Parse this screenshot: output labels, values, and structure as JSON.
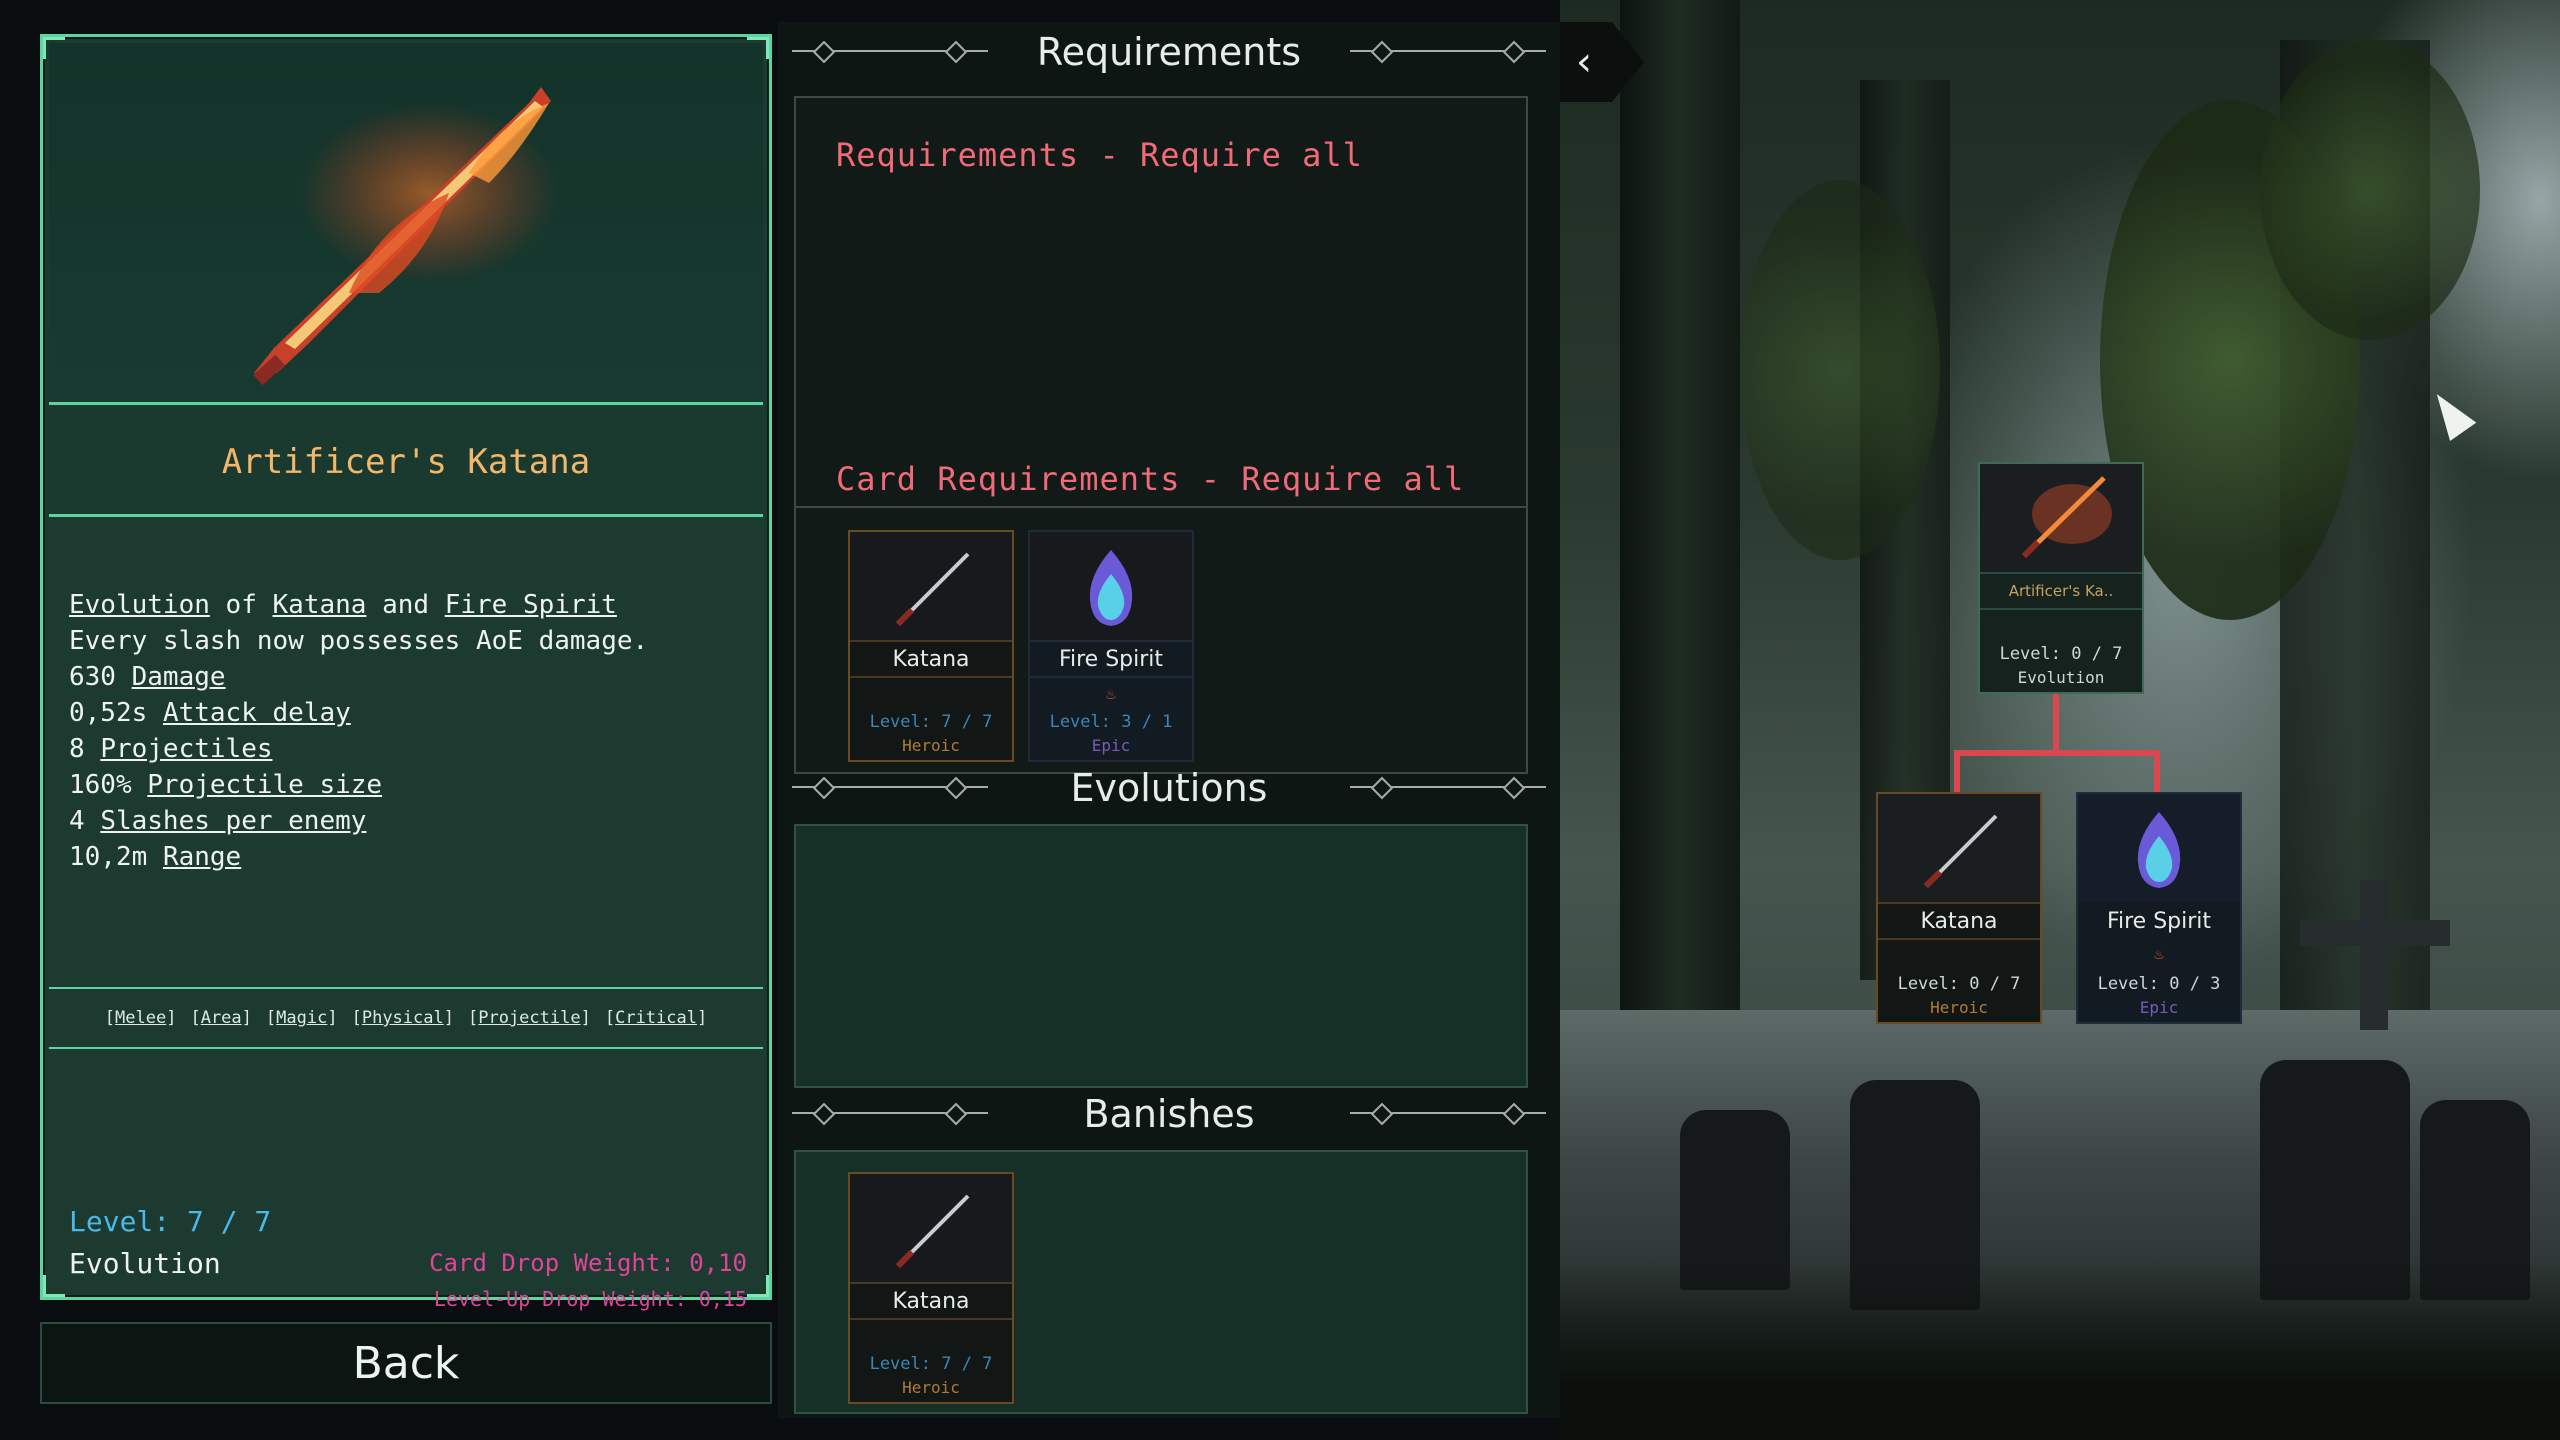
{
  "item": {
    "name": "Artificer's Katana",
    "description": {
      "evolution_word": "Evolution",
      "of_word": "of",
      "base_1": "Katana",
      "and_word": "and",
      "base_2": "Fire Spirit",
      "effect": "Every slash now possesses AoE damage.",
      "stats": [
        {
          "value": "630",
          "label": "Damage"
        },
        {
          "value": "0,52s",
          "label": "Attack delay"
        },
        {
          "value": "8",
          "label": "Projectiles"
        },
        {
          "value": "160%",
          "label": "Projectile size"
        },
        {
          "value": "4",
          "label": "Slashes per enemy"
        },
        {
          "value": "10,2m",
          "label": "Range"
        }
      ]
    },
    "tags": [
      "Melee",
      "Area",
      "Magic",
      "Physical",
      "Projectile",
      "Critical"
    ],
    "level": "Level: 7 / 7",
    "rarity": "Evolution",
    "card_drop_weight": "Card Drop Weight: 0,10",
    "levelup_drop_weight": "Level-Up Drop Weight: 0,15"
  },
  "back_label": "Back",
  "requirements": {
    "header": "Requirements",
    "title": "Requirements - Require all",
    "card_title": "Card Requirements - Require all",
    "cards": [
      {
        "name": "Katana",
        "level": "Level: 7 / 7",
        "rarity": "Heroic"
      },
      {
        "name": "Fire Spirit",
        "level": "Level: 3 / 1",
        "rarity": "Epic"
      }
    ]
  },
  "evolutions": {
    "header": "Evolutions"
  },
  "banishes": {
    "header": "Banishes",
    "cards": [
      {
        "name": "Katana",
        "level": "Level: 7 / 7",
        "rarity": "Heroic"
      }
    ]
  },
  "tree": {
    "root": {
      "name": "Artificer's Ka..",
      "level": "Level: 0 / 7",
      "rarity": "Evolution"
    },
    "children": [
      {
        "name": "Katana",
        "level": "Level: 0 / 7",
        "rarity": "Heroic"
      },
      {
        "name": "Fire Spirit",
        "level": "Level: 0 / 3",
        "rarity": "Epic"
      }
    ]
  },
  "colors": {
    "panel_border": "#5fd4a0",
    "requirement_title": "#f06a78",
    "item_name": "#f2b76a",
    "level_blue": "#4ab8e8",
    "drop_weight": "#e0449a",
    "tree_line": "#d8484e"
  },
  "icons": [
    "katana-icon",
    "fire-spirit-icon",
    "chevron-left-icon",
    "flame-icon"
  ]
}
